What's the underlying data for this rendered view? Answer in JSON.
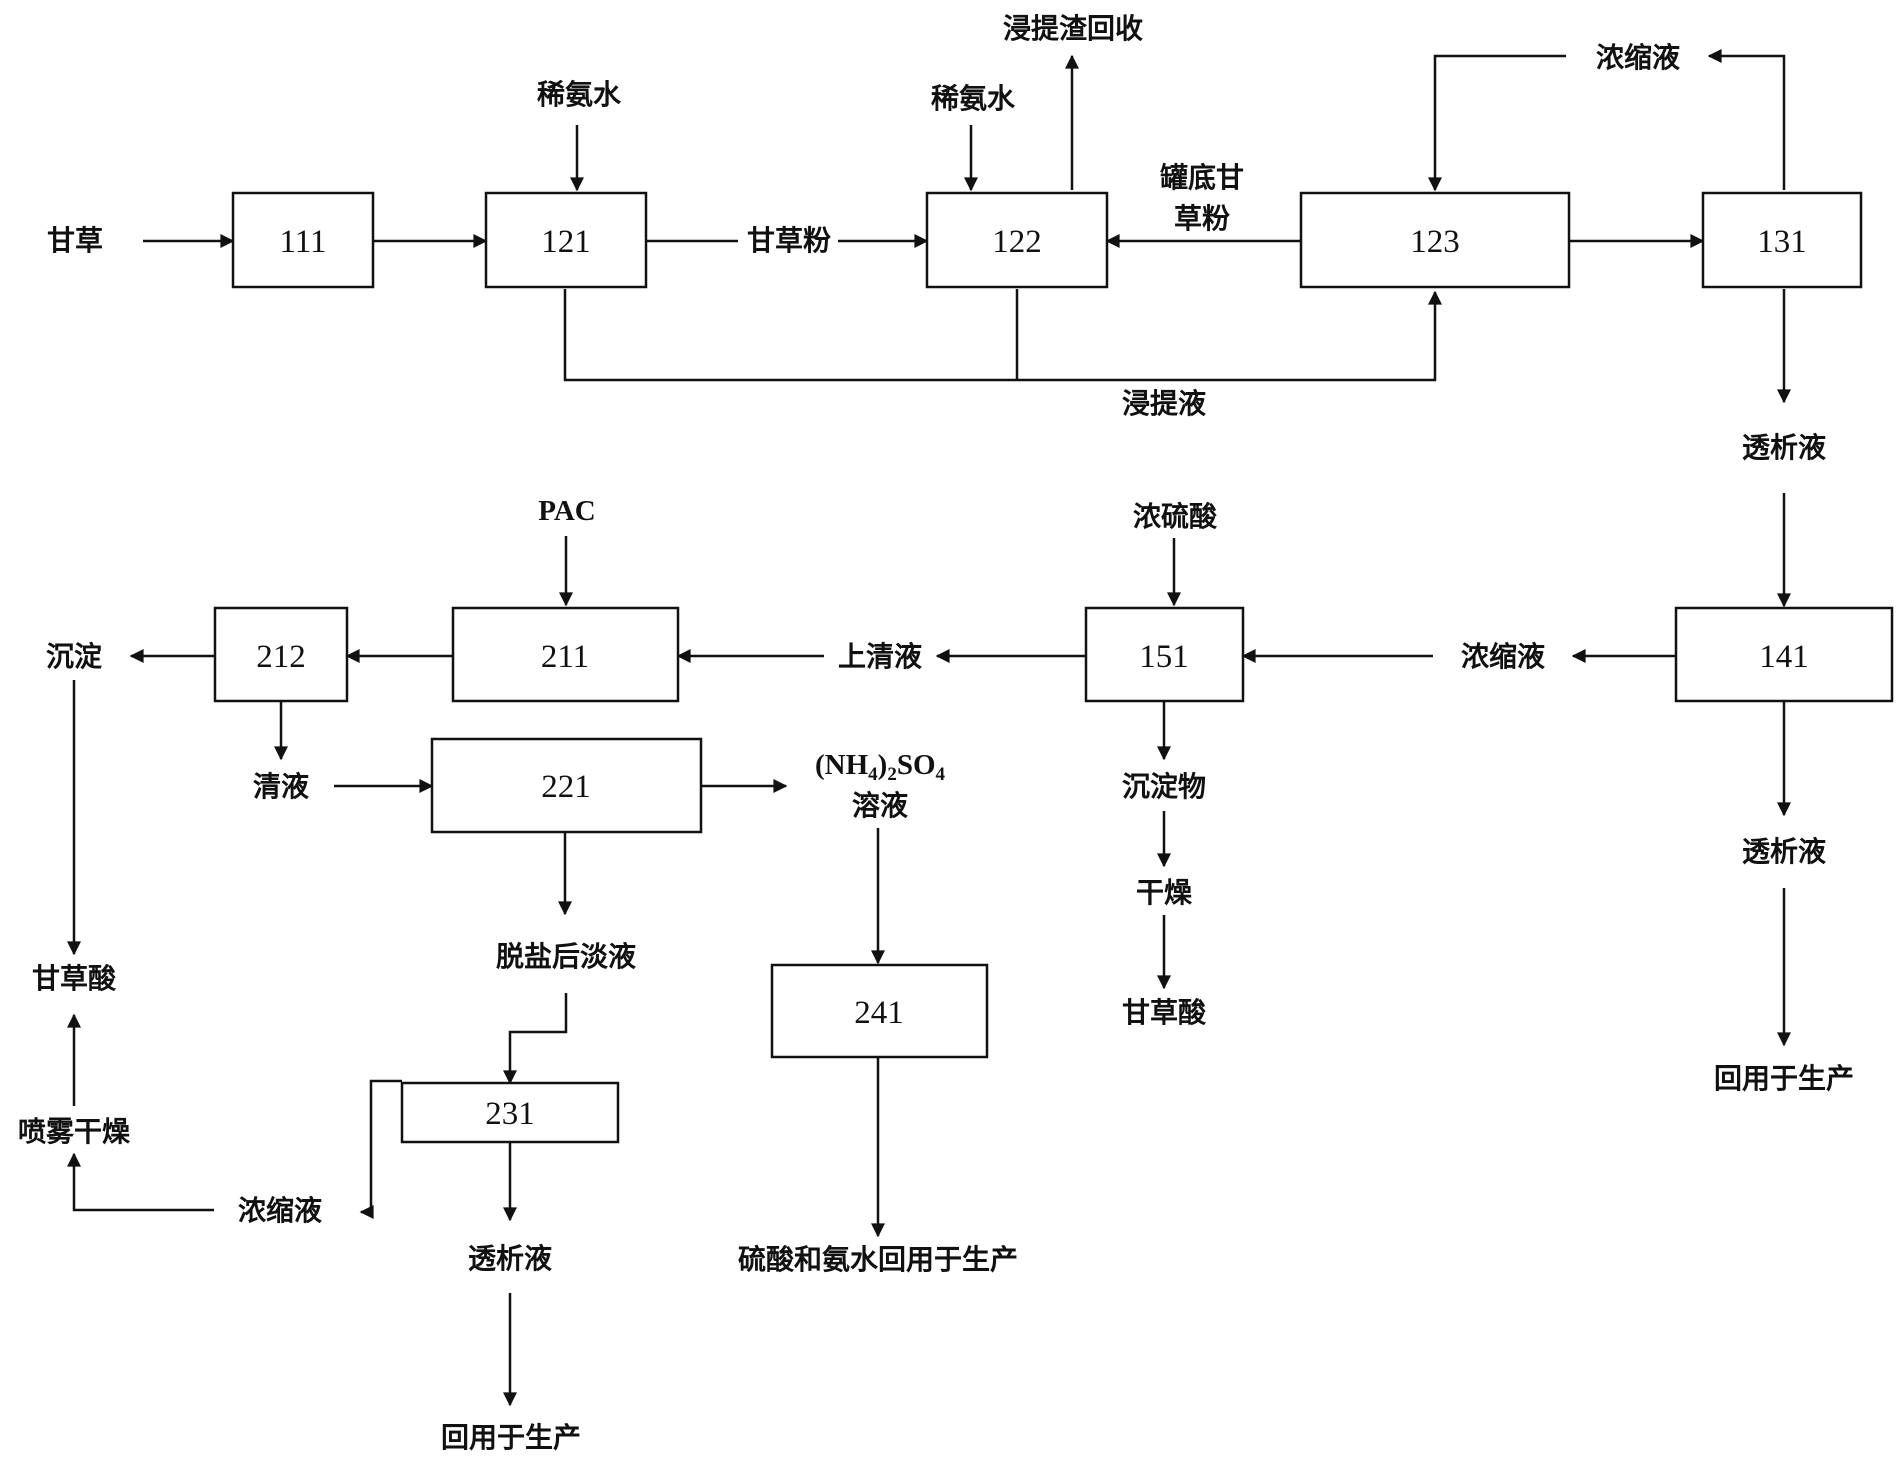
{
  "colors": {
    "ink": "#111111",
    "background": "#ffffff"
  },
  "boxes": {
    "b111": "111",
    "b121": "121",
    "b122": "122",
    "b123": "123",
    "b131": "131",
    "b141": "141",
    "b151": "151",
    "b211": "211",
    "b212": "212",
    "b221": "221",
    "b231": "231",
    "b241": "241"
  },
  "labels": {
    "gancao": "甘草",
    "xiansui1": "稀氨水",
    "xiansui2": "稀氨水",
    "gancaofen": "甘草粉",
    "jintizha": "浸提渣回收",
    "guandi_line1": "罐底甘",
    "guandi_line2": "草粉",
    "nongsuo_top": "浓缩液",
    "jintiye": "浸提液",
    "touxi_131": "透析液",
    "pac": "PAC",
    "nongliusuan": "浓硫酸",
    "chendian": "沉淀",
    "shangqingye": "上清液",
    "nongsuo_141": "浓缩液",
    "qingye": "清液",
    "nh4_part1": "(NH",
    "nh4_sub1": "4",
    "nh4_part2": ")",
    "nh4_sub2": "2",
    "nh4_part3": "SO",
    "nh4_sub3": "4",
    "rongye": "溶液",
    "chendianwu": "沉淀物",
    "touxi_141": "透析液",
    "ganzao": "干燥",
    "tuoyan": "脱盐后淡液",
    "gancaosuan_left": "甘草酸",
    "gancaosuan_mid": "甘草酸",
    "penwu": "喷雾干燥",
    "huiyong_right": "回用于生产",
    "nongsuo_231": "浓缩液",
    "touxi_231": "透析液",
    "liusuan_anshui": "硫酸和氨水回用于生产",
    "huiyong_bottom": "回用于生产"
  }
}
